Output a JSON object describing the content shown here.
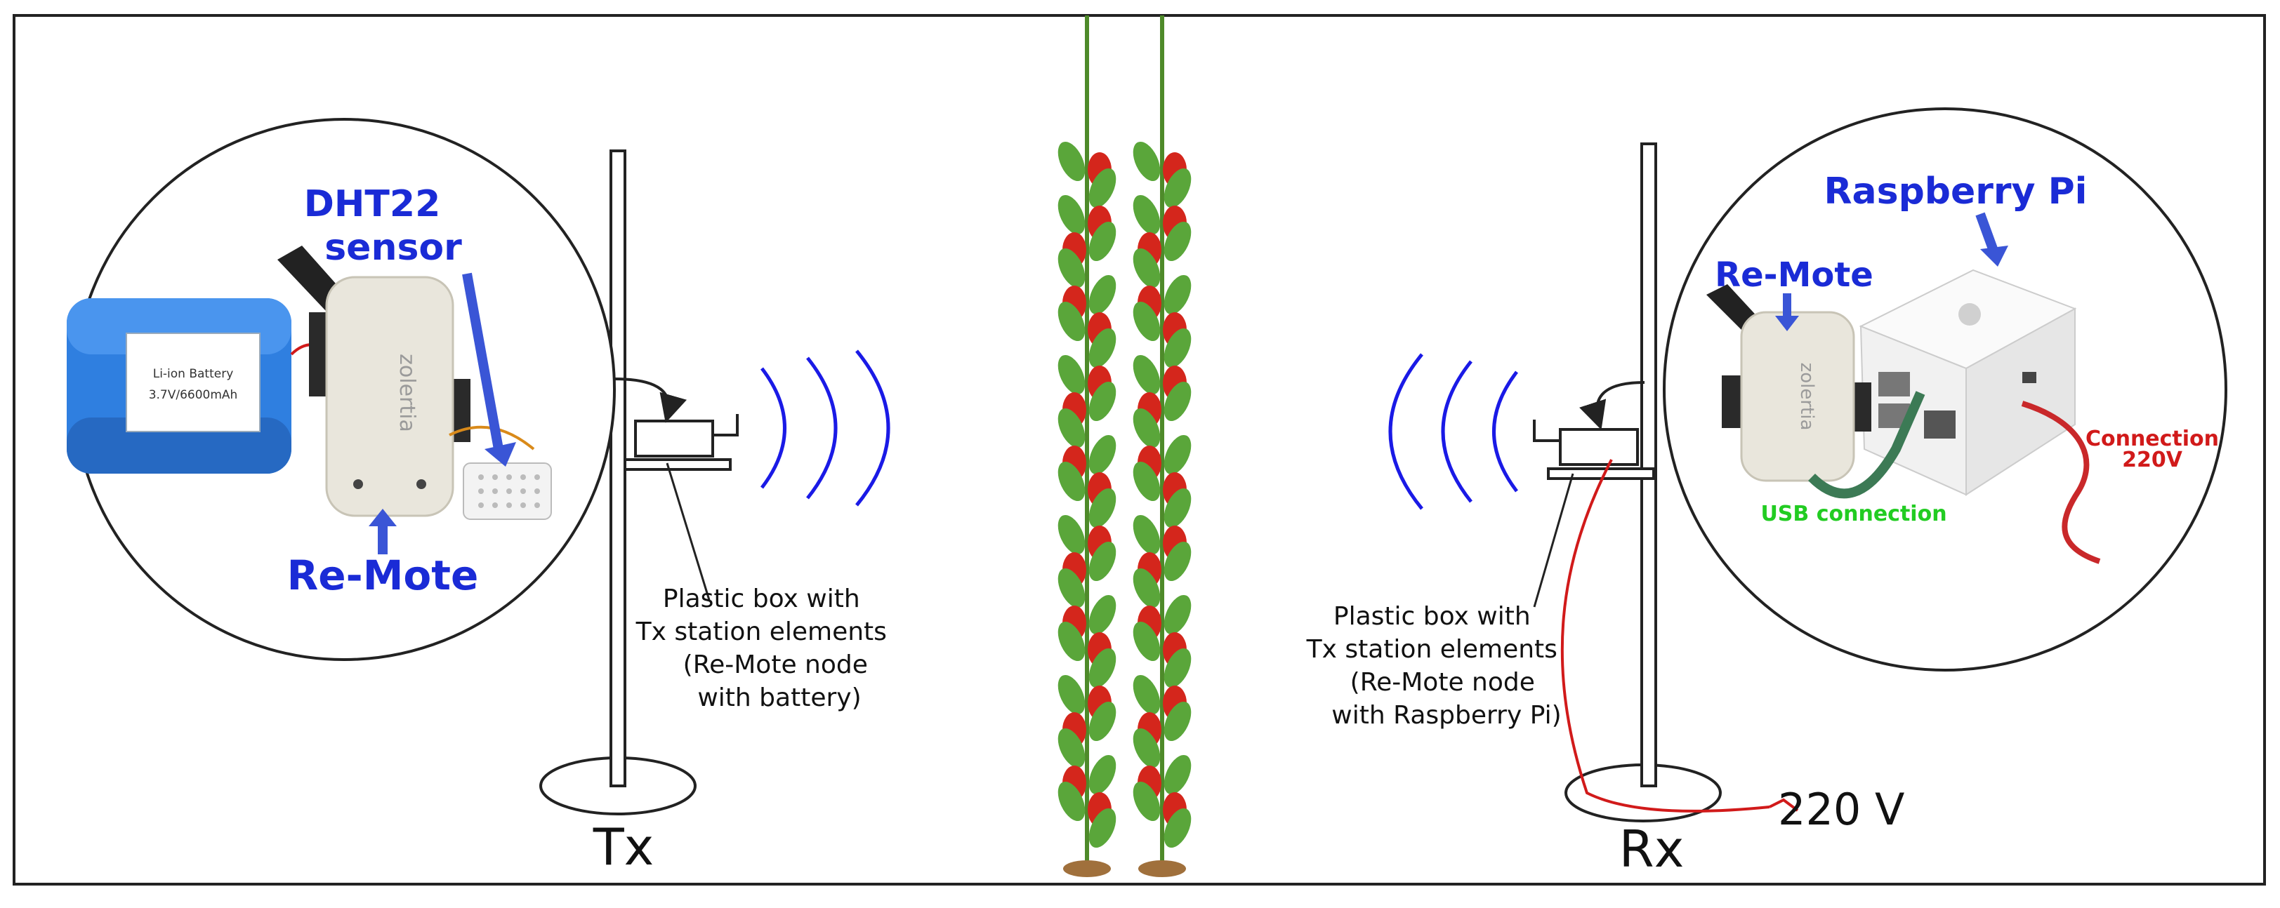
{
  "colors": {
    "border": "#222222",
    "pole": "#222222",
    "callout_label_blue": "#1a2bd6",
    "radio_wave_blue": "#1a1ae6",
    "cable_red": "#d11a1a",
    "usb_green_text": "#22cc22",
    "usb_cable": "#3c7a55",
    "stem_green": "#4e8a2a",
    "leaf_green": "#5aa63a",
    "tomato_red": "#d4261c",
    "soil_brown": "#a0703c",
    "battery_blue": "#2f7fe0",
    "remote_body": "#e9e6dc",
    "raspberry_case": "#f4f4f4"
  },
  "left_callout": {
    "battery_label_line1": "Li-ion Battery",
    "battery_label_line2": "3.7V/6600mAh",
    "sensor_label_line1": "DHT22",
    "sensor_label_line2": "sensor",
    "remote_label": "Re-Mote",
    "brand_text": "zolertia"
  },
  "right_callout": {
    "raspberry_label": "Raspberry Pi",
    "remote_label": "Re-Mote",
    "usb_label": "USB connection",
    "power_label_line1": "Connection",
    "power_label_line2": "220V",
    "brand_text": "zolertia"
  },
  "tx_station": {
    "box_caption": [
      "Plastic box with",
      "Tx station elements",
      "(Re-Mote node",
      "with battery)"
    ],
    "station_label": "Tx"
  },
  "rx_station": {
    "box_caption": [
      "Plastic box with",
      "Tx station elements",
      "(Re-Mote node",
      "with Raspberry Pi)"
    ],
    "station_label": "Rx",
    "mains_label": "220 V"
  }
}
